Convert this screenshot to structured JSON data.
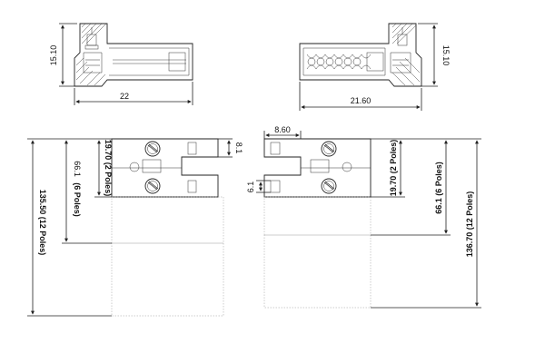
{
  "dimensions": {
    "side_left_height": "15.10",
    "side_left_width": "22",
    "side_right_height": "15.10",
    "side_right_width": "21.60",
    "front_left_2poles": "19.70 (2 Poles)",
    "front_left_6poles_value": "66.1",
    "front_left_6poles_label": "(6 Poles)",
    "front_left_12poles": "135.50  (12 Poles)",
    "front_left_small": "8.1",
    "front_right_pitch": "8.60",
    "front_right_small": "6.1",
    "front_right_2poles": "19.70 (2 Poles)",
    "front_right_6poles": "66.1 (6 Poles)",
    "front_right_12poles": "136.70 (12 Poles)"
  },
  "colors": {
    "line": "#222222",
    "background": "#ffffff"
  }
}
